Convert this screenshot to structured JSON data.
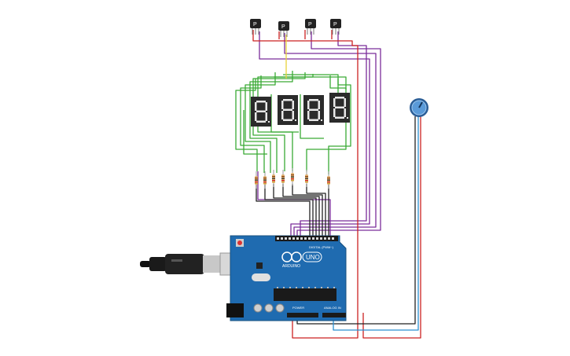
{
  "colors": {
    "background": "#ffffff",
    "wire_green": "#3aaa35",
    "wire_purple": "#7b2d9a",
    "wire_red": "#cc2222",
    "wire_black": "#222222",
    "wire_yellow": "#e8d23a",
    "wire_blue": "#2a8fd0",
    "wire_gray": "#888888",
    "arduino_board": "#1f6bb0",
    "display_body": "#2b2b2b",
    "display_segment": "#e8e8e8",
    "resistor_body": "#e0b070",
    "knob": "#3f7fc4"
  },
  "transistors": [
    {
      "label": "P"
    },
    {
      "label": "P"
    },
    {
      "label": "P"
    },
    {
      "label": "P"
    }
  ],
  "displays": [
    {
      "digit": "8"
    },
    {
      "digit": "8"
    },
    {
      "digit": "8"
    },
    {
      "digit": "8"
    }
  ],
  "arduino": {
    "brand": "ARDUINO",
    "model": "UNO",
    "digital_label": "DIGITAL (PWM~)",
    "power_label": "POWER",
    "analog_label": "ANALOG IN"
  },
  "icons": {
    "potentiometer": "potentiometer-knob-icon",
    "usb": "usb-cable-icon"
  }
}
